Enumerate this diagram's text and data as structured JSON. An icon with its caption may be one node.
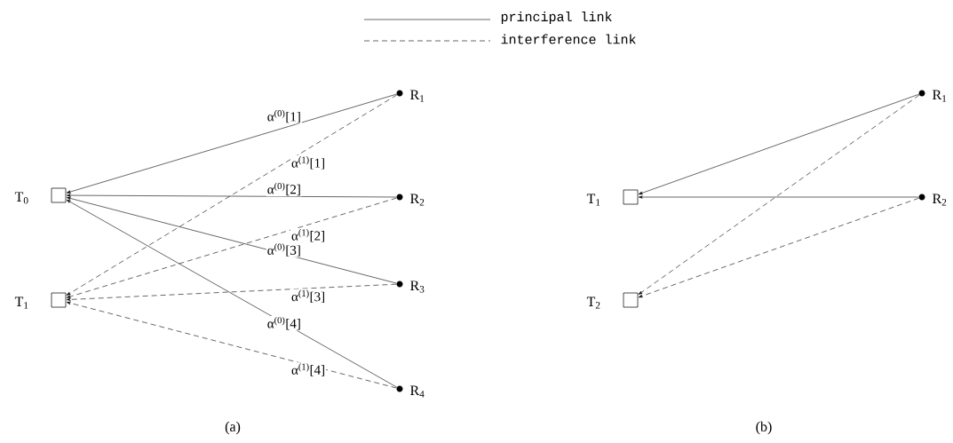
{
  "diagram": {
    "nodes": [
      {
        "text": [
          "T$_{0}$"
        ]
      },
      {
        "text": [
          "T$_{1}$"
        ]
      },
      {
        "text": [
          "R$_{1}$"
        ]
      },
      {
        "text": [
          "R$_{2}$"
        ]
      },
      {
        "text": [
          "R$_{3}$"
        ]
      },
      {
        "text": [
          "R$_{4}$"
        ]
      },
      {
        "text": [
          "T$_{1}$"
        ]
      },
      {
        "text": [
          "T$_{2}$"
        ]
      },
      {
        "text": [
          "R$_{1}$"
        ]
      },
      {
        "text": [
          "R$_{2}$"
        ]
      }
    ],
    "edges": [
      {
        "from": 2,
        "to": 0,
        "arrow": "to",
        "label": "α$^{(0)}$[1]"
      },
      {
        "from": 2,
        "to": 1,
        "arrow": "to",
        "label": "α$^{(1)}$[1]",
        "style": "dashed"
      },
      {
        "from": 3,
        "to": 0,
        "arrow": "to",
        "label": "α$^{(0)}$[2]"
      },
      {
        "from": 3,
        "to": 1,
        "arrow": "to",
        "label": "α$^{(1)}$[2]",
        "style": "dashed"
      },
      {
        "from": 4,
        "to": 0,
        "arrow": "to",
        "label": "α$^{(0)}$[3]"
      },
      {
        "from": 4,
        "to": 1,
        "arrow": "to",
        "label": "α$^{(1)}$[3]",
        "style": "dashed"
      },
      {
        "from": 5,
        "to": 0,
        "arrow": "to",
        "label": "α$^{(0)}$[4]"
      },
      {
        "from": 5,
        "to": 1,
        "arrow": "to",
        "label": "α$^{(1)}$[4]",
        "style": "dashed"
      },
      {
        "from": 8,
        "to": 6,
        "arrow": "to"
      },
      {
        "from": 9,
        "to": 6,
        "arrow": "to"
      },
      {
        "from": 8,
        "to": 7,
        "arrow": "to",
        "style": "dashed"
      },
      {
        "from": 9,
        "to": 7,
        "arrow": "to",
        "style": "dashed"
      }
    ],
    "labels": [
      "(a)",
      "(b)"
    ],
    "legend": [
      {
        "text": "principal link"
      },
      {
        "text": "interference link"
      }
    ]
  }
}
